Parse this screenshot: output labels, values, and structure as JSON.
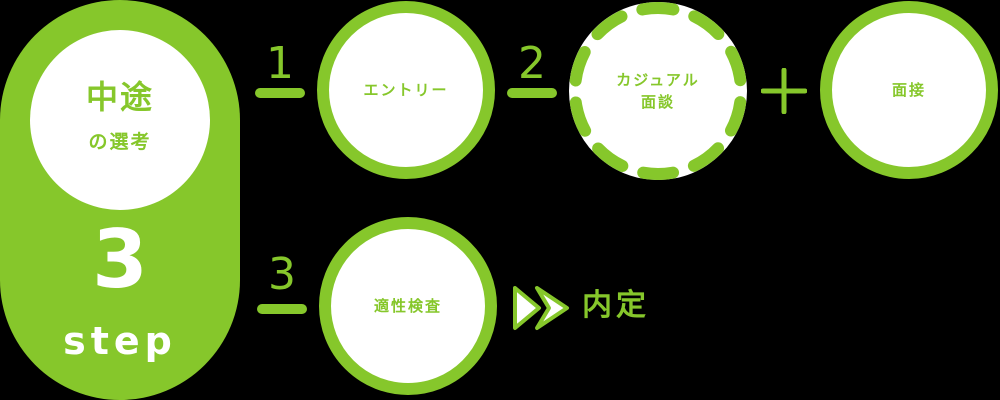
{
  "colors": {
    "accent": "#86c72b",
    "background": "#000000",
    "fill": "#ffffff"
  },
  "badge": {
    "title": "中途",
    "subtitle": "の選考",
    "step_count": "3",
    "step_word": "step"
  },
  "steps": [
    {
      "number": "1",
      "items": [
        {
          "label": "エントリー",
          "style": "solid"
        }
      ]
    },
    {
      "number": "2",
      "items": [
        {
          "label_lines": [
            "カジュアル",
            "面談"
          ],
          "style": "dashed"
        },
        {
          "connector": "plus-icon"
        },
        {
          "label": "面接",
          "style": "solid"
        }
      ]
    },
    {
      "number": "3",
      "items": [
        {
          "label": "適性検査",
          "style": "solid"
        }
      ]
    }
  ],
  "arrow_icon": "double-chevron-right-icon",
  "result": {
    "label": "内定"
  }
}
